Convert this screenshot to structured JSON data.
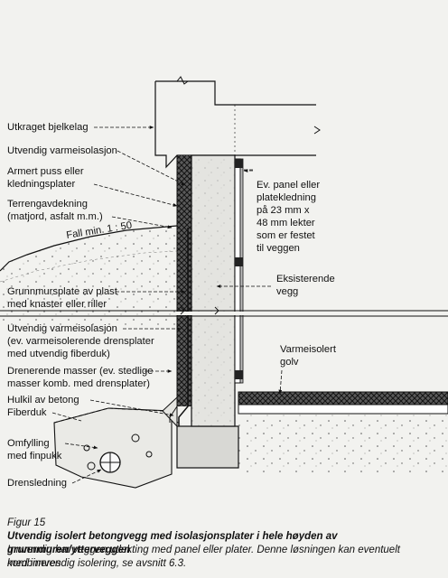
{
  "labels": {
    "utkraget": "Utkraget bjelkelag",
    "utv_varme_top": "Utvendig varmeisolasjon",
    "armert_1": "Armert puss eller",
    "armert_2": "kledningsplater",
    "terreng_1": "Terrengavdekning",
    "terreng_2": "(matjord, asfalt m.m.)",
    "fall": "Fall min. 1 : 50",
    "grunnmur_1": "Grunnmursplate av plast",
    "grunnmur_2": "med knaster eller riller",
    "utv_varme_1": "Utvendig varmeisolasjon",
    "utv_varme_2": "(ev. varmeisolerende drensplater",
    "utv_varme_3": "med utvendig fiberduk)",
    "dren_1": "Drenerende masser (ev. stedlige",
    "dren_2": "masser komb. med drensplater)",
    "hulkil": "Hulkil av betong",
    "fiberduk": "Fiberduk",
    "omfylling_1": "Omfylling",
    "omfylling_2": "med finpukk",
    "drensledning": "Drensledning",
    "panel_1": "Ev. panel eller",
    "panel_2": "platekledning",
    "panel_3": "på 23 mm x",
    "panel_4": "48 mm lekter",
    "panel_5": "som er festet",
    "panel_6": "til veggen",
    "eksist_1": "Eksisterende",
    "eksist_2": "vegg",
    "gulv_1": "Varmeisolert",
    "gulv_2": "golv"
  },
  "caption": {
    "title": "Figur 15",
    "line1": "Utvendig isolert betongvegg med isolasjonsplater i hele høyden av grunnmuren/ytterveggen",
    "line2": "Innvendig har veggen utlekting med panel eller plater. Denne løsningen kan eventuelt kombineres",
    "line3": "med innvendig isolering, se avsnitt 6.3."
  }
}
